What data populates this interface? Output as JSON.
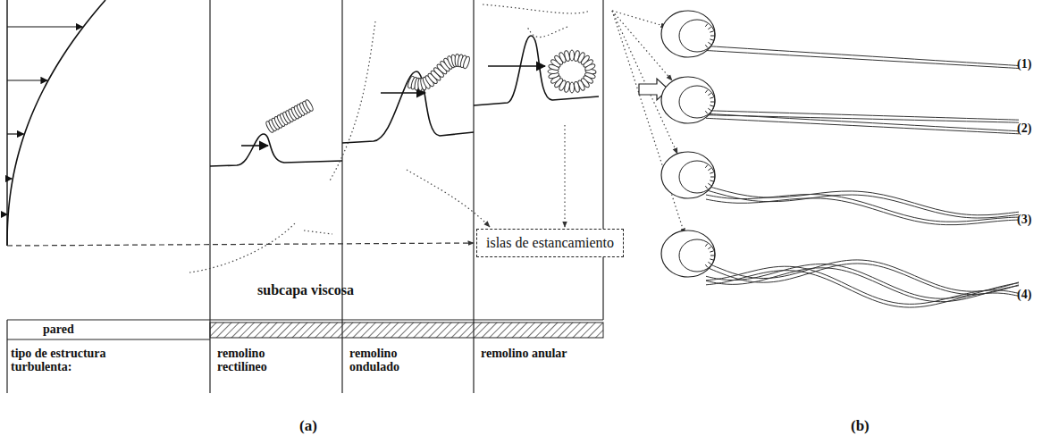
{
  "diagram": {
    "nodes": [
      {
        "text": [
          "islas de estancamiento"
        ]
      }
    ],
    "labels": [
      "subcapa viscosa",
      "pared",
      "tipo de estructura turbulenta:",
      "remolino rectilíneo",
      "remolino ondulado",
      "remolino anular",
      "(1)",
      "(2)",
      "(3)",
      "(4)",
      "(a)",
      "(b)"
    ]
  }
}
